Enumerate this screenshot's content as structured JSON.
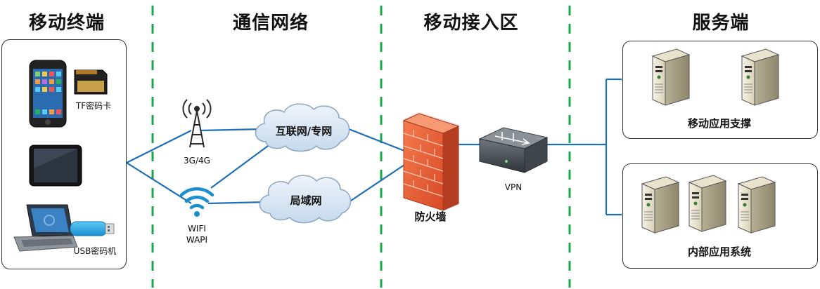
{
  "zones": {
    "terminal": "移动终端",
    "network": "通信网络",
    "access": "移动接入区",
    "server": "服务端"
  },
  "devices": {
    "tf_card": "TF密码卡",
    "usb_key": "USB密码机"
  },
  "network": {
    "cell": "3G/4G",
    "wifi_line1": "WIFI",
    "wifi_line2": "WAPI",
    "internet_cloud": "互联网/专网",
    "lan_cloud": "局域网"
  },
  "access": {
    "firewall": "防火墙",
    "vpn": "VPN"
  },
  "servers": {
    "mobile_app_support": "移动应用支撑",
    "internal_app_system": "内部应用系统"
  },
  "colors": {
    "zone_divider": "#1aa64a",
    "link": "#1f6fb5",
    "cloud_fill": "#dbe8f4",
    "firewall": "#e8643a"
  },
  "icons": [
    "smartphone-icon",
    "sd-card-icon",
    "tablet-icon",
    "laptop-icon",
    "usb-drive-icon",
    "cell-tower-icon",
    "wifi-icon",
    "cloud-icon",
    "firewall-icon",
    "vpn-device-icon",
    "server-icon"
  ]
}
